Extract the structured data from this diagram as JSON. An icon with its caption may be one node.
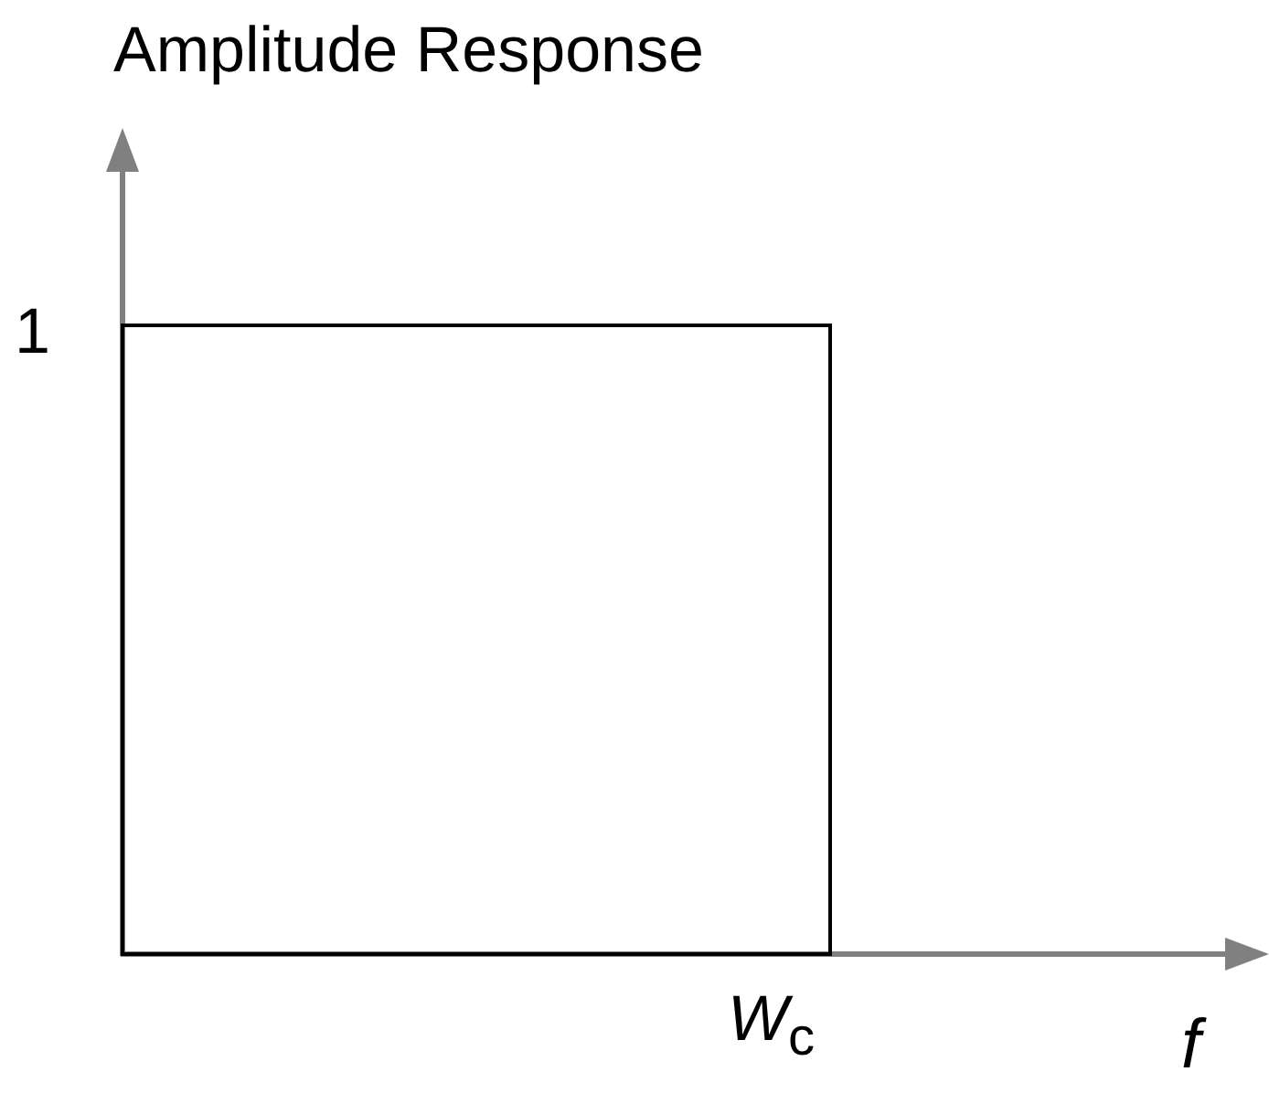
{
  "diagram": {
    "title": "Amplitude Response",
    "labels": [
      "1",
      "*W*$_{c}$",
      "f"
    ]
  }
}
